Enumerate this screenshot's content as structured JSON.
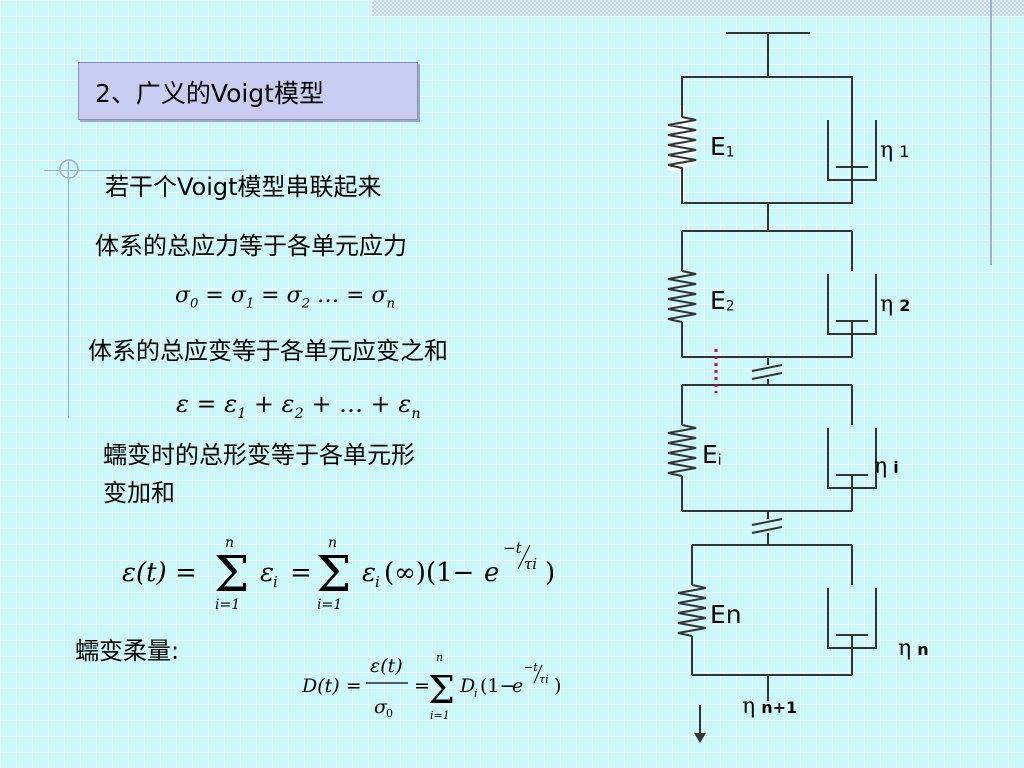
{
  "title": "2、广义的Voigt模型",
  "lines": {
    "l1": "若干个Voigt模型串联起来",
    "l2": "体系的总应力等于各单元应力",
    "l3": "体系的总应变等于各单元应变之和",
    "l4a": "蠕变时的总形变等于各单元形",
    "l4b": "变加和",
    "l5": "蠕变柔量:"
  },
  "diagram": {
    "springs": [
      "E",
      "E",
      "E",
      "En"
    ],
    "spring_subs": [
      "1",
      "2",
      "i",
      ""
    ],
    "etas": [
      "1",
      "2",
      "i",
      "n"
    ],
    "eta_symbol": "η",
    "bottom_label": "n+1"
  },
  "colors": {
    "background": "#ccf7fb",
    "title_box": "#c8cdf2",
    "dots": "#cc0077"
  }
}
